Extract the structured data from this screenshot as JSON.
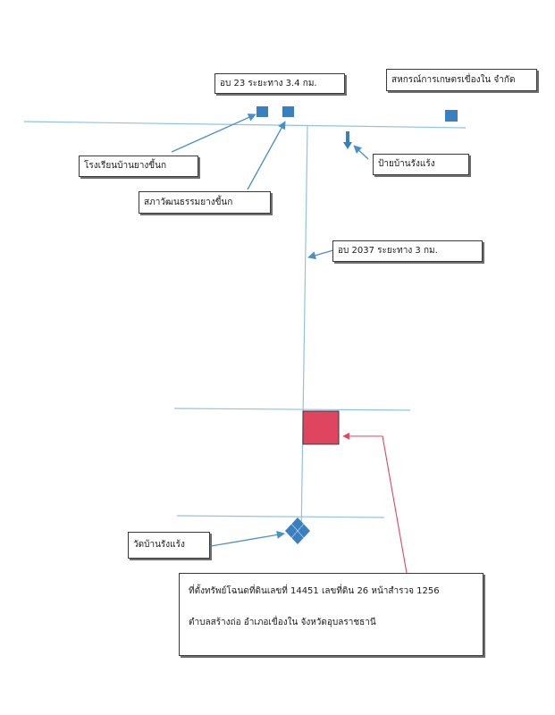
{
  "colors": {
    "road": "#8fc3e0",
    "marker": "#3a7fbf",
    "arrow": "#4a90c8",
    "site": "#e0455f",
    "site_pointer": "#e0455f"
  },
  "labels": {
    "road_23": "อบ 23 ระยะทาง 3.4 กม.",
    "cooperative": "สหกรณ์การเกษตรเขื่องใน จำกัด",
    "school": "โรงเรียนบ้านยางขี้นก",
    "cultural_council": "สภาวัฒนธรรมยางขี้นก",
    "bus_stop": "ป้ายบ้านรังแร้ง",
    "road_2037": "อบ 2037 ระยะทาง 3 กม.",
    "temple": "วัดบ้านรังแร้ง"
  },
  "address": {
    "line1": "ที่ตั้งทรัพย์โฉนดที่ดินเลขที่ 14451 เลขที่ดิน 26 หน้าสำรวจ 1256",
    "line2": "ตำบลสร้างถ่อ อำเภอเขื่องใน จังหวัดอุบลราชธานี"
  },
  "icons": {
    "school": "square-marker-icon",
    "cultural_council": "square-marker-icon",
    "cooperative": "square-marker-icon",
    "bus_stop": "down-arrow-icon",
    "temple": "diamond-marker-icon",
    "site": "property-square-icon"
  }
}
